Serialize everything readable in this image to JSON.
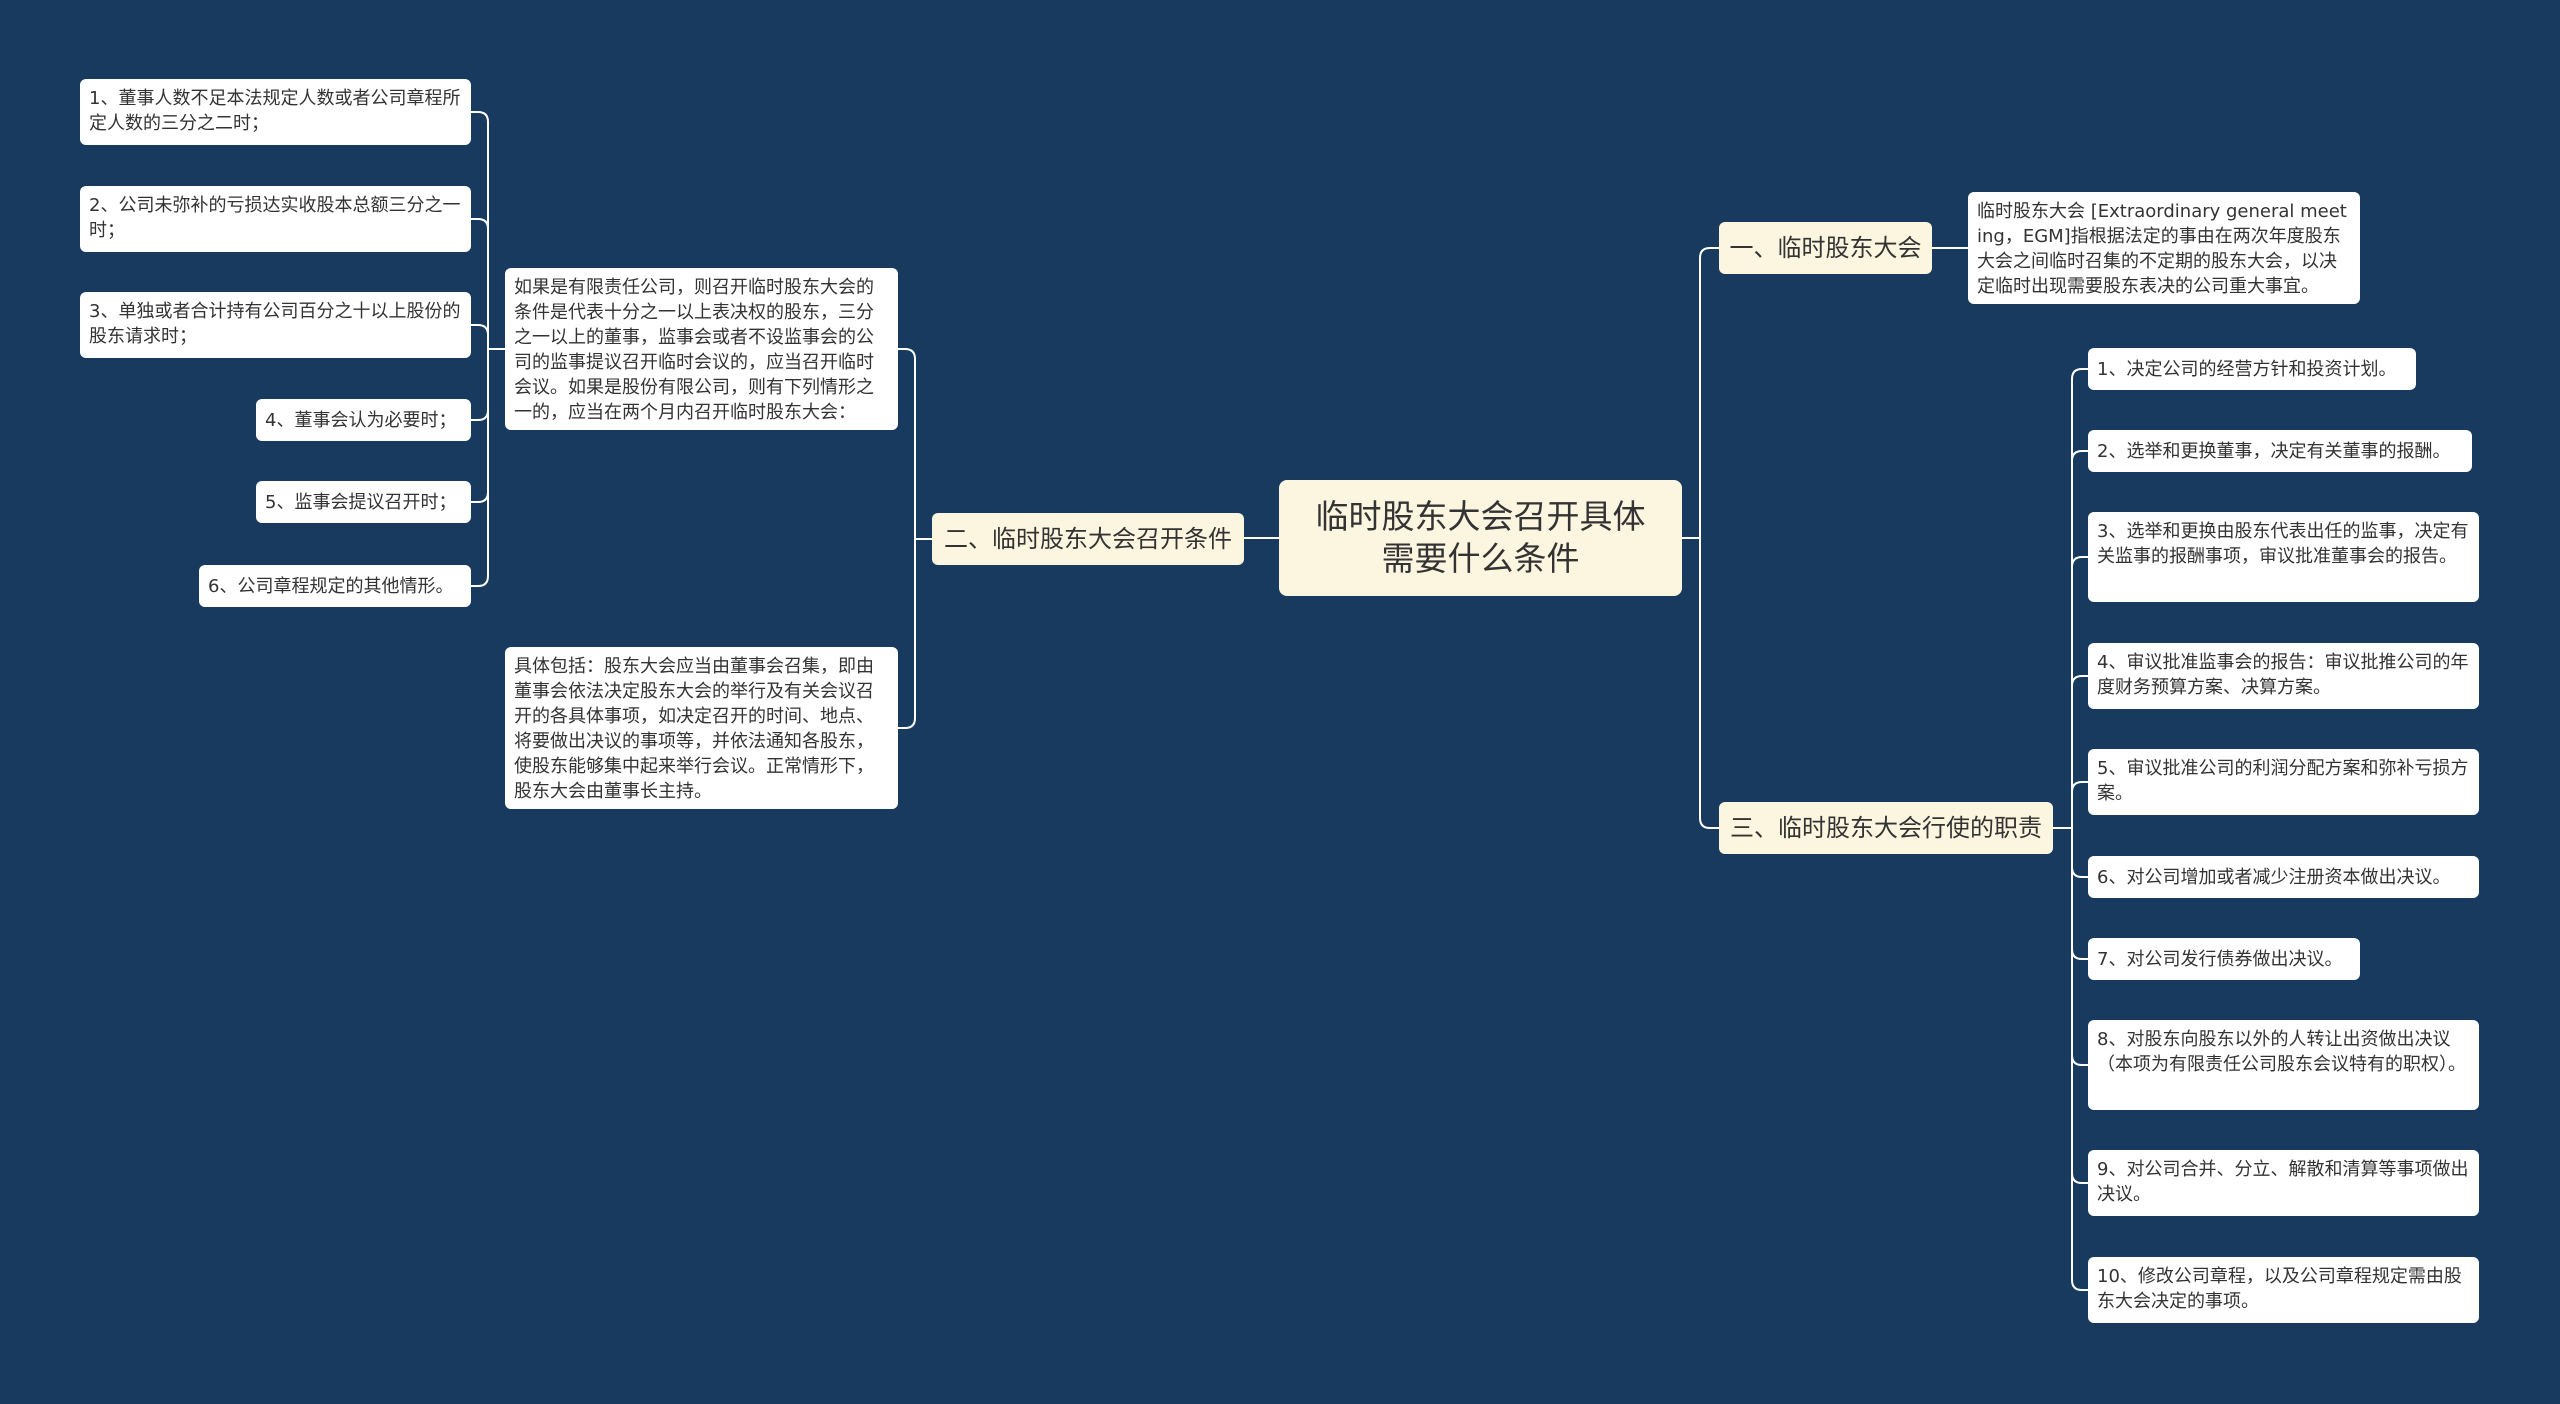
{
  "root": {
    "title": "临时股东大会召开具体需要什么条件"
  },
  "branch1": {
    "label": "一、临时股东大会",
    "desc": "临时股东大会 [Extraordinary general meeting，EGM]指根据法定的事由在两次年度股东大会之间临时召集的不定期的股东大会，以决定临时出现需要股东表决的公司重大事宜。"
  },
  "branch2": {
    "label": "二、临时股东大会召开条件",
    "intro": "如果是有限责任公司，则召开临时股东大会的条件是代表十分之一以上表决权的股东，三分之一以上的董事，监事会或者不设监事会的公司的监事提议召开临时会议的，应当召开临时会议。如果是股份有限公司，则有下列情形之一的，应当在两个月内召开临时股东大会：",
    "items": [
      "1、董事人数不足本法规定人数或者公司章程所定人数的三分之二时；",
      "2、公司未弥补的亏损达实收股本总额三分之一时；",
      "3、单独或者合计持有公司百分之十以上股份的股东请求时；",
      "4、董事会认为必要时；",
      "5、监事会提议召开时；",
      "6、公司章程规定的其他情形。"
    ],
    "detail": "具体包括：股东大会应当由董事会召集，即由董事会依法决定股东大会的举行及有关会议召开的各具体事项，如决定召开的时间、地点、将要做出决议的事项等，并依法通知各股东，使股东能够集中起来举行会议。正常情形下，股东大会由董事长主持。"
  },
  "branch3": {
    "label": "三、临时股东大会行使的职责",
    "items": [
      "1、决定公司的经营方针和投资计划。",
      "2、选举和更换董事，决定有关董事的报酬。",
      "3、选举和更换由股东代表出任的监事，决定有关监事的报酬事项，审议批准董事会的报告。",
      "4、审议批准监事会的报告：审议批推公司的年度财务预算方案、决算方案。",
      "5、审议批准公司的利润分配方案和弥补亏损方案。",
      "6、对公司增加或者减少注册资本做出决议。",
      "7、对公司发行债券做出决议。",
      "8、对股东向股东以外的人转让出资做出决议（本项为有限责任公司股东会议特有的职权）。",
      "9、对公司合并、分立、解散和清算等事项做出决议。",
      "10、修改公司章程，以及公司章程规定需由股东大会决定的事项。"
    ]
  },
  "colors": {
    "background": "#173a5e",
    "root_fill": "#fcf5df",
    "node_fill": "#ffffff",
    "line": "#ffffff"
  }
}
